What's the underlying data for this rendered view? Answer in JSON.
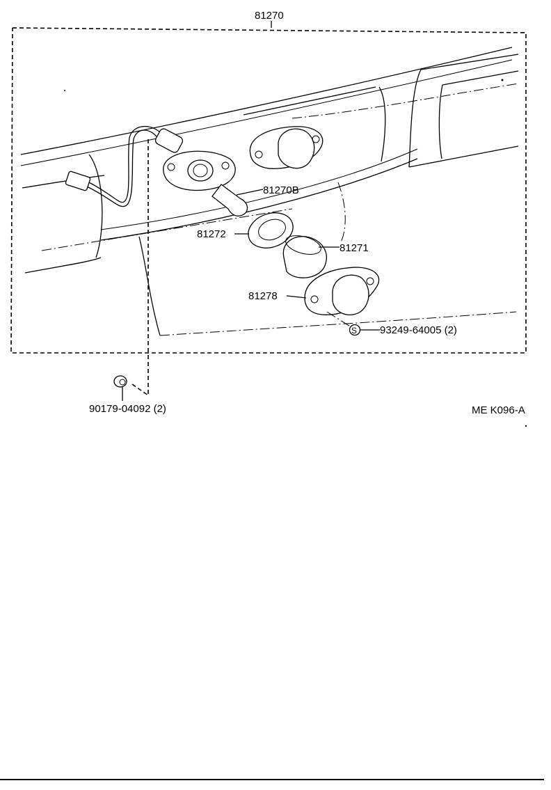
{
  "diagram": {
    "assembly_label": "81270",
    "parts": {
      "bulb": "81270B",
      "gasket": "81272",
      "lens": "81271",
      "housing": "81278",
      "screw": "93249-64005  (2)",
      "screw_symbol": "S",
      "clip": "90179-04092  (2)"
    },
    "reference_code": "ME K096-A"
  }
}
